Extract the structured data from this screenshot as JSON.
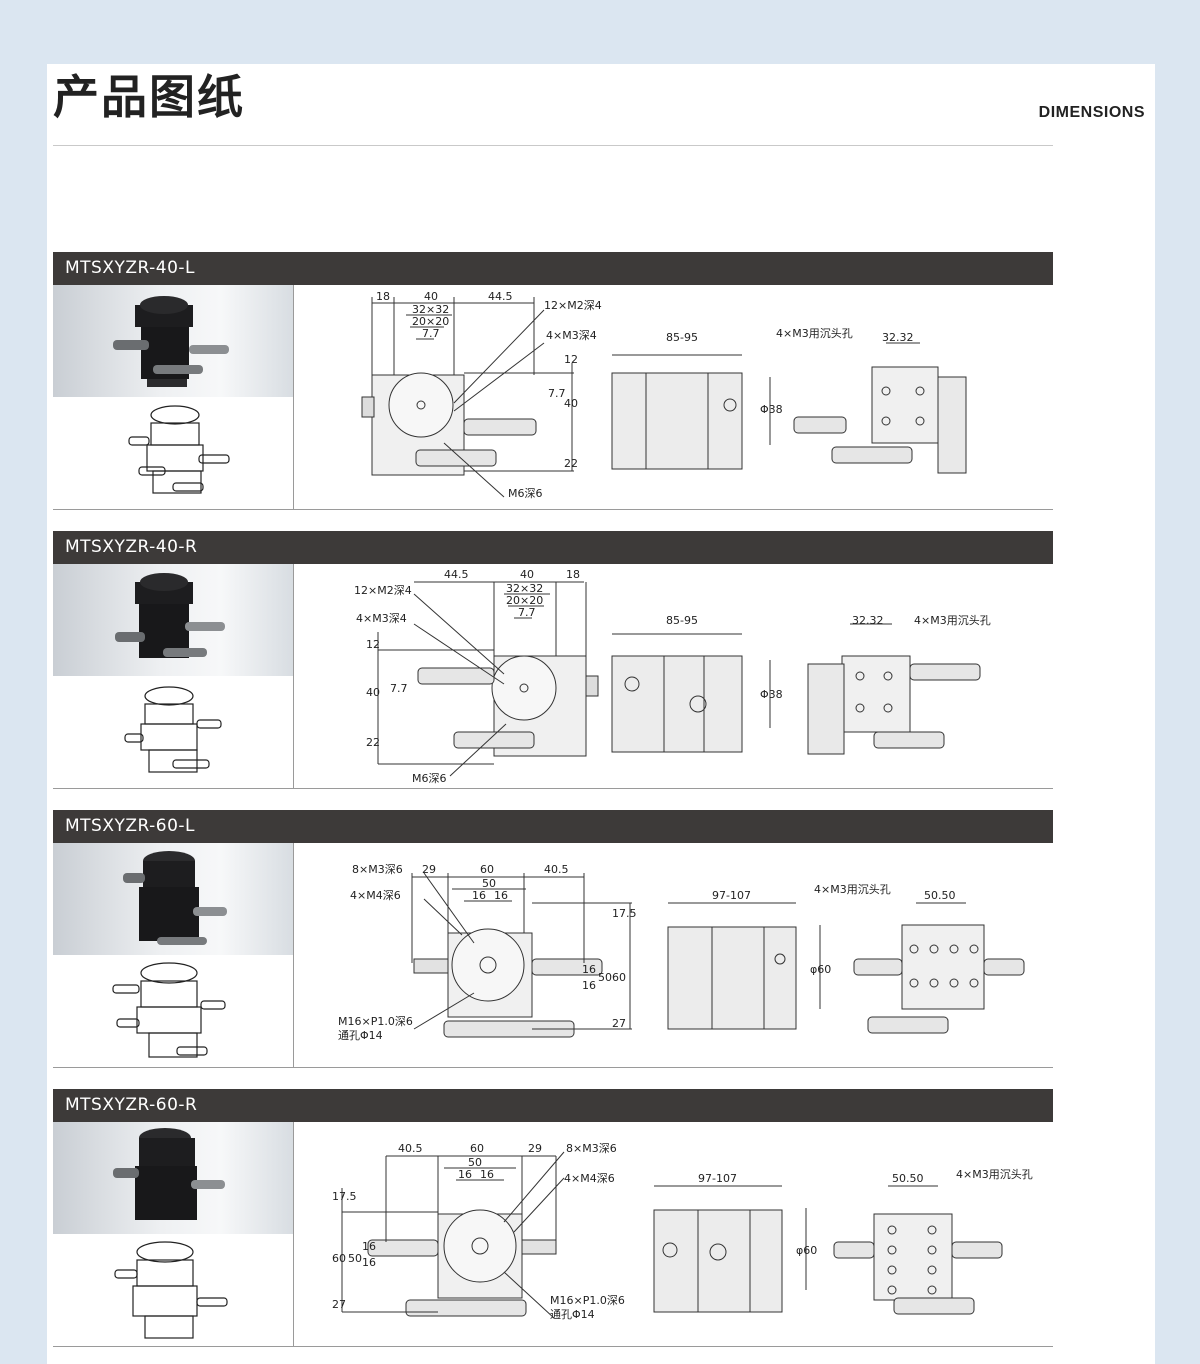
{
  "page": {
    "title": "产品图纸",
    "subtitle": "DIMENSIONS"
  },
  "sections": [
    {
      "model": "MTSXYZR-40-L",
      "labels": {
        "d18": "18",
        "d40": "40",
        "d44_5": "44.5",
        "d32x32": "32×32",
        "d20x20": "20×20",
        "d7_7": "7.7",
        "d12": "12",
        "d7_7v": "7.7",
        "d40v": "40",
        "d22": "22",
        "holes_m2": "12×M2深4",
        "holes_m3": "4×M3深4",
        "m6": "M6深6",
        "range": "85-95",
        "dia": "Φ38",
        "cb_holes": "4×M3用沉头孔",
        "pitch": "32.32"
      }
    },
    {
      "model": "MTSXYZR-40-R",
      "labels": {
        "d18": "18",
        "d40": "40",
        "d44_5": "44.5",
        "d32x32": "32×32",
        "d20x20": "20×20",
        "d7_7": "7.7",
        "d12": "12",
        "d7_7v": "7.7",
        "d40v": "40",
        "d22": "22",
        "holes_m2": "12×M2深4",
        "holes_m3": "4×M3深4",
        "m6": "M6深6",
        "range": "85-95",
        "dia": "Φ38",
        "cb_holes": "4×M3用沉头孔",
        "pitch": "32.32"
      }
    },
    {
      "model": "MTSXYZR-60-L",
      "labels": {
        "d29": "29",
        "d60": "60",
        "d40_5": "40.5",
        "d50": "50",
        "d16a": "16",
        "d16b": "16",
        "d17_5": "17.5",
        "d16v1": "16",
        "d16v2": "16",
        "d50v": "50",
        "d60v": "60",
        "d27": "27",
        "holes_m3": "8×M3深6",
        "holes_m4": "4×M4深6",
        "m16": "M16×P1.0深6",
        "thru": "通孔Φ14",
        "range": "97-107",
        "dia": "φ60",
        "cb_holes": "4×M3用沉头孔",
        "pitch": "50.50"
      }
    },
    {
      "model": "MTSXYZR-60-R",
      "labels": {
        "d29": "29",
        "d60": "60",
        "d40_5": "40.5",
        "d50": "50",
        "d16a": "16",
        "d16b": "16",
        "d17_5": "17.5",
        "d16v1": "16",
        "d16v2": "16",
        "d50v": "50",
        "d60v": "60",
        "d27": "27",
        "holes_m3": "8×M3深6",
        "holes_m4": "4×M4深6",
        "m16": "M16×P1.0深6",
        "thru": "通孔Φ14",
        "range": "97-107",
        "dia": "φ60",
        "cb_holes": "4×M3用沉头孔",
        "pitch": "50.50"
      }
    }
  ]
}
